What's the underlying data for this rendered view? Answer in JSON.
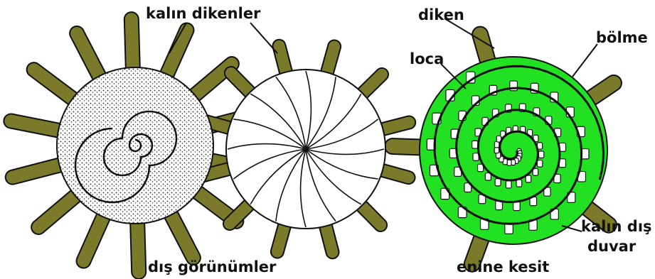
{
  "labels": {
    "thick_spines": "kalın dikenler",
    "external_views": "dış görünümler",
    "spine": "diken",
    "chamber": "loca",
    "septum": "bölme",
    "thick_wall_line1": "kalın dış",
    "thick_wall_line2": "duvar",
    "cross_section": "enine kesit"
  },
  "colors": {
    "spine_fill": "#7a7a2a",
    "section_green": "#22e022",
    "outline": "#111111",
    "shell_white": "#ffffff"
  }
}
